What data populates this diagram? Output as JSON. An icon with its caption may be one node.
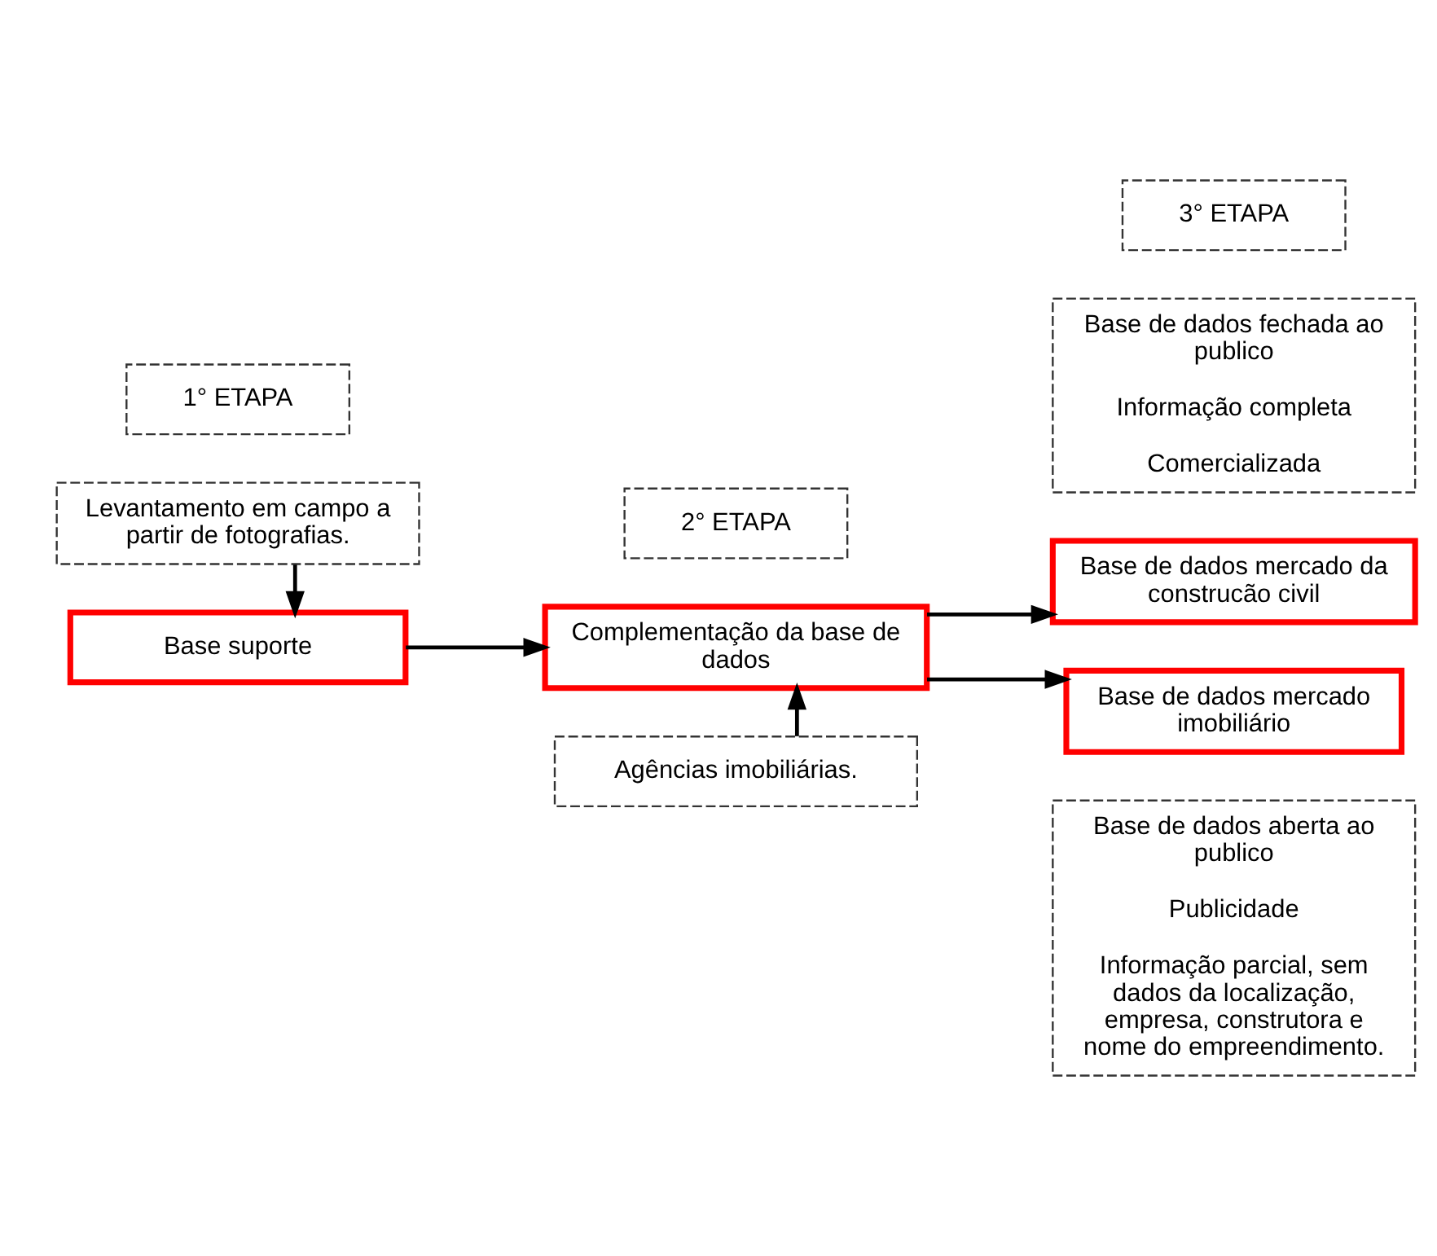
{
  "diagram": {
    "nodes": [
      {
        "text": [
          "1° ETAPA"
        ]
      },
      {
        "text": [
          "2° ETAPA"
        ]
      },
      {
        "text": [
          "3° ETAPA"
        ]
      },
      {
        "text": [
          "Base de dados fechada ao publico",
          "Informação completa",
          "Comercializada"
        ]
      },
      {
        "text": [
          "Base suporte"
        ]
      },
      {
        "text": [
          "Complementação da base de dados"
        ]
      },
      {
        "text": [
          "Base de dados mercado da construcão civil"
        ]
      },
      {
        "text": [
          "Base de dados mercado imobiliário"
        ]
      },
      {
        "text": [
          "Levantamento em campo a partir de fotografias."
        ]
      },
      {
        "text": [
          "Agências imobiliárias."
        ]
      },
      {
        "text": [
          "Base de dados aberta ao publico",
          "Publicidade",
          "Informação parcial, sem dados da localização, empresa, construtora e nome do empreendimento."
        ]
      }
    ],
    "edges": [
      {
        "from": 8,
        "to": 4,
        "arrow": "to"
      },
      {
        "from": 4,
        "to": 5,
        "arrow": "to"
      },
      {
        "from": 9,
        "to": 5,
        "arrow": "to"
      },
      {
        "from": 5,
        "to": 6,
        "arrow": "to"
      },
      {
        "from": 5,
        "to": 7,
        "arrow": "to"
      }
    ]
  }
}
